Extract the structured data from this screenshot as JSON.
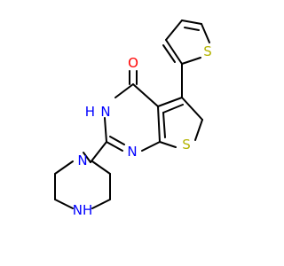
{
  "molecule": {
    "atoms": {
      "O": "O",
      "NH_ring": "N",
      "H_ring": "H",
      "N_pyrimidine": "N",
      "S_thiophene_fused": "S",
      "S_thiophene_sub": "S",
      "N_piperazine_sub": "N",
      "NH_piperazine": "NH"
    },
    "colors": {
      "bond": "#000000",
      "oxygen": "#ff0000",
      "nitrogen": "#0000ff",
      "sulfur": "#b3b300"
    }
  }
}
